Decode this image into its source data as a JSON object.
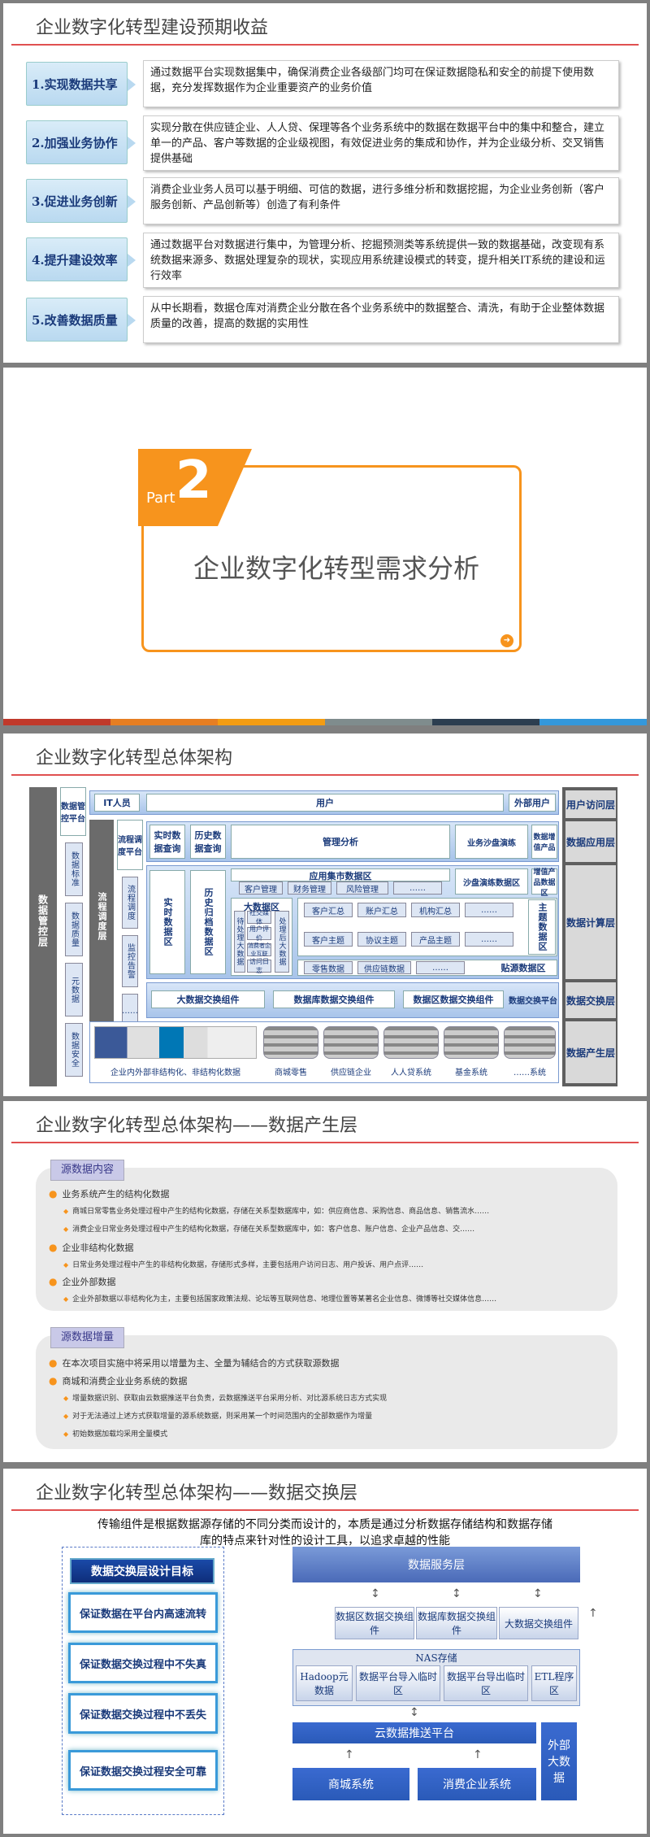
{
  "slide1": {
    "title": "企业数字化转型建设预期收益",
    "rows": [
      {
        "label": "1.实现数据共享",
        "text": "通过数据平台实现数据集中，确保消费企业各级部门均可在保证数据隐私和安全的前提下使用数据，充分发挥数据作为企业重要资产的业务价值"
      },
      {
        "label": "2.加强业务协作",
        "text": "实现分散在供应链企业、人人贷、保理等各个业务系统中的数据在数据平台中的集中和整合，建立单一的产品、客户等数据的企业级视图，有效促进业务的集成和协作，并为企业级分析、交叉销售提供基础"
      },
      {
        "label": "3.促进业务创新",
        "text": "消费企业业务人员可以基于明细、可信的数据，进行多维分析和数据挖掘，为企业业务创新（客户服务创新、产品创新等）创造了有利条件"
      },
      {
        "label": "4.提升建设效率",
        "text": "通过数据平台对数据进行集中，为管理分析、挖掘预测类等系统提供一致的数据基础，改变现有系统数据来源多、数据处理复杂的现状，实现应用系统建设模式的转变，提升相关IT系统的建设和运行效率"
      },
      {
        "label": "5.改善数据质量",
        "text": "从中长期看，数据仓库对消费企业分散在各个业务系统中的数据整合、清洗，有助于企业整体数据质量的改善，提高的数据的实用性"
      }
    ]
  },
  "slide2": {
    "part_word": "Part",
    "part_number": "2",
    "title": "企业数字化转型需求分析",
    "band_colors": [
      "#c0392b",
      "#e67e22",
      "#f39c12",
      "#7f8c8d",
      "#2c3e50",
      "#3498db"
    ]
  },
  "slide3": {
    "title": "企业数字化转型总体架构",
    "governance": {
      "outer": "数据管控层",
      "platform": "数据管控平台",
      "items": [
        "数据标准",
        "数据质量",
        "元数据",
        "数据安全"
      ]
    },
    "flow": {
      "outer": "流程调度层",
      "platform": "流程调度平台",
      "items": [
        "流程调度",
        "监控告警",
        "……"
      ]
    },
    "layers": [
      "用户访问层",
      "数据应用层",
      "数据计算层",
      "数据交换层",
      "数据产生层"
    ],
    "access": {
      "it": "IT人员",
      "user": "用户",
      "external": "外部用户"
    },
    "app": {
      "realtime": "实时数据查询",
      "history": "历史数据查询",
      "mgmt": "管理分析",
      "sandbox": "业务沙盘演练",
      "value": "数据增值产品"
    },
    "compute": {
      "realtime_zone": "实时数据区",
      "history_zone": "历史归档数据区",
      "app_zone": "应用集市数据区",
      "app_items": [
        "客户管理",
        "财务管理",
        "风险管理",
        "……"
      ],
      "sandbox_zone": "沙盘演练数据区",
      "value_zone": "增值产品数据区",
      "bigdata": "大数据区",
      "pending": "待处理大数据",
      "processed": "处理后大数据",
      "bigdata_items": [
        "社交媒体",
        "用户评价",
        "消费者企业互联",
        "访问日志"
      ],
      "topic_zone": "主题数据区",
      "summary_items": [
        "客户汇总",
        "账户汇总",
        "机构汇总",
        "……"
      ],
      "topic_items": [
        "客户主题",
        "协议主题",
        "产品主题",
        "……"
      ],
      "source_zone": "贴源数据区",
      "source_items": [
        "零售数据",
        "供应链数据",
        "……"
      ]
    },
    "exchange": {
      "bigdata": "大数据交换组件",
      "db": "数据库数据交换组件",
      "zone": "数据区数据交换组件",
      "platform": "数据交换平台"
    },
    "produce": {
      "left": "企业内外部非结构化、非结构化数据",
      "systems": [
        "商城零售",
        "供应链企业",
        "人人贷系统",
        "基金系统",
        "……系统"
      ]
    }
  },
  "slide4": {
    "title": "企业数字化转型总体架构——数据产生层",
    "panel1": {
      "tag": "源数据内容",
      "items": [
        {
          "level": 1,
          "text": "业务系统产生的结构化数据"
        },
        {
          "level": 2,
          "text": "商城日常零售业务处理过程中产生的结构化数据，存储在关系型数据库中，如：供应商信息、采购信息、商品信息、销售流水……"
        },
        {
          "level": 2,
          "text": "消费企业日常业务处理过程中产生的结构化数据，存储在关系型数据库中，如：客户信息、账户信息、企业产品信息、交……"
        },
        {
          "level": 1,
          "text": "企业非结构化数据"
        },
        {
          "level": 2,
          "text": "日常业务处理过程中产生的非结构化数据，存储形式多样，主要包括用户访问日志、用户投诉、用户点评……"
        },
        {
          "level": 1,
          "text": "企业外部数据"
        },
        {
          "level": 2,
          "text": "企业外部数据以非结构化为主，主要包括国家政策法规、论坛等互联网信息、地理位置等某著名企业信息、微博等社交媒体信息……"
        }
      ]
    },
    "panel2": {
      "tag": "源数据增量",
      "items": [
        {
          "level": 1,
          "text": "在本次项目实施中将采用以增量为主、全量为辅结合的方式获取源数据"
        },
        {
          "level": 1,
          "text": "商城和消费企业业务系统的数据"
        },
        {
          "level": 2,
          "text": "增量数据识别、获取由云数据推送平台负责，云数据推送平台采用分析、对比源系统日志方式实现"
        },
        {
          "level": 2,
          "text": "对于无法通过上述方式获取增量的源系统数据，则采用某一个时间范围内的全部数据作为增量"
        },
        {
          "level": 2,
          "text": "初始数据加载均采用全量模式"
        }
      ]
    }
  },
  "slide5": {
    "title": "企业数字化转型总体架构——数据交换层",
    "intro_line1": "传输组件是根据数据源存储的不同分类而设计的，本质是通过分析数据存储结构和数据存储",
    "intro_line2": "库的特点来针对性的设计工具，以追求卓越的性能",
    "goal_head": "数据交换层设计目标",
    "goals": [
      "保证数据在平台内高速流转",
      "保证数据交换过程中不失真",
      "保证数据交换过程中不丢失",
      "保证数据交换过程安全可靠"
    ],
    "service": "数据服务层",
    "components": [
      "数据区数据交换组件",
      "数据库数据交换组件",
      "大数据交换组件"
    ],
    "nas": "NAS存储",
    "storage": [
      "Hadoop元数据",
      "数据平台导入临时区",
      "数据平台导出临时区",
      "ETL程序区"
    ],
    "push": "云数据推送平台",
    "systems": [
      "商城系统",
      "消费企业系统"
    ],
    "external": "外部大数据"
  }
}
